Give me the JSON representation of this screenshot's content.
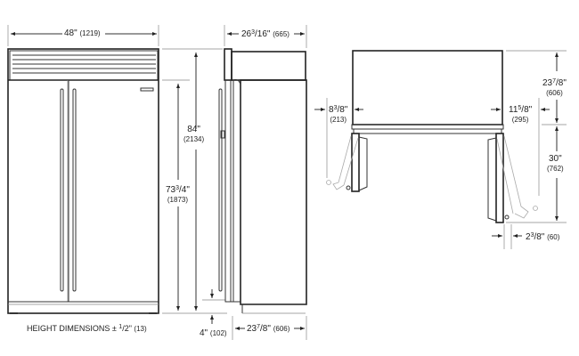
{
  "front_view": {
    "width": {
      "inches": "48\"",
      "mm": "(1219)"
    },
    "overall_height": {
      "inches": "84\"",
      "mm": "(2134)"
    },
    "door_height": {
      "whole": "73",
      "frac_num": "3",
      "frac_den": "/4\"",
      "mm": "(1873)"
    },
    "toe_kick": {
      "inches": "4\"",
      "mm": "(102)"
    },
    "note": {
      "prefix": "HEIGHT DIMENSIONS ± ",
      "frac_num": "1",
      "frac_den": "/2\"",
      "mm": "(13)"
    }
  },
  "side_view": {
    "overall_depth": {
      "whole": "26",
      "frac_num": "3",
      "frac_den": "/16\"",
      "mm": "(665)"
    },
    "cabinet_depth": {
      "whole": "23",
      "frac_num": "7",
      "frac_den": "/8\"",
      "mm": "(606)"
    }
  },
  "plan_view": {
    "left_door_clearance": {
      "whole": "8",
      "frac_num": "3",
      "frac_den": "/8\"",
      "mm": "(213)"
    },
    "right_door_clearance": {
      "whole": "11",
      "frac_num": "5",
      "frac_den": "/8\"",
      "mm": "(295)"
    },
    "depth": {
      "whole": "23",
      "frac_num": "7",
      "frac_den": "/8\"",
      "mm": "(606)"
    },
    "door_swing": {
      "inches": "30\"",
      "mm": "(762)"
    },
    "door_offset": {
      "whole": "2",
      "frac_num": "3",
      "frac_den": "/8\"",
      "mm": "(60)"
    }
  }
}
